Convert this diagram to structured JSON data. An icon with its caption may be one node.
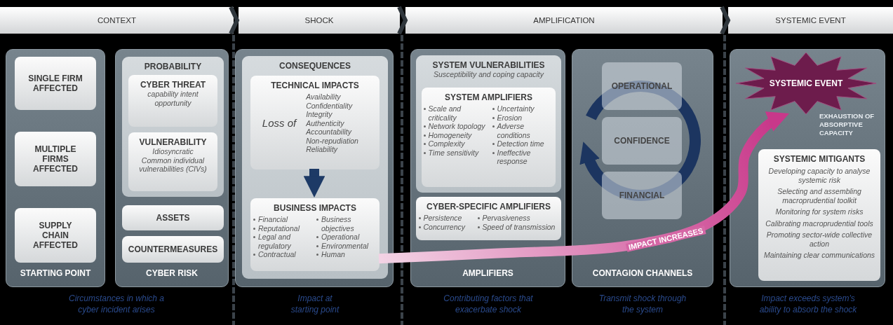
{
  "diagram": {
    "nodes": [
      {
        "text": [
          "CONTEXT"
        ]
      },
      {
        "text": [
          "SHOCK"
        ]
      },
      {
        "text": [
          "AMPLIFICATION"
        ]
      },
      {
        "text": [
          "SYSTEMIC EVENT"
        ]
      },
      {
        "text": [
          "STARTING POINT"
        ]
      },
      {
        "text": [
          "SINGLE FIRM AFFECTED"
        ],
        "in": 4
      },
      {
        "text": [
          "MULTIPLE FIRMS AFFECTED"
        ],
        "in": 4
      },
      {
        "text": [
          "SUPPLY CHAIN AFFECTED"
        ],
        "in": 4
      },
      {
        "text": [
          "CYBER RISK"
        ]
      },
      {
        "text": [
          "PROBABILITY"
        ],
        "in": 8
      },
      {
        "text": [
          "CYBER THREAT",
          "capability intent opportunity"
        ],
        "in": 9
      },
      {
        "text": [
          "VULNERABILITY",
          "Idiosyncratic",
          "Common individual vulnerabilities (CIVs)"
        ],
        "in": 9
      },
      {
        "text": [
          "ASSETS"
        ],
        "in": 8
      },
      {
        "text": [
          "COUNTERMEASURES"
        ],
        "in": 8
      },
      {
        "text": [],
        "shape": "box"
      },
      {
        "text": [
          "CONSEQUENCES"
        ],
        "in": 14
      },
      {
        "text": [
          "TECHNICAL IMPACTS",
          "Loss of",
          "Availability Confidentiality Integrity Authenticity Accountability Non-repudiation Reliability"
        ],
        "in": 15
      },
      {
        "text": [
          "BUSINESS IMPACTS",
          "Financial",
          "Reputational",
          "Legal and regulatory",
          "Contractual",
          "Business objectives",
          "Operational",
          "Environmental",
          "Human"
        ],
        "in": 15
      },
      {
        "text": [
          "AMPLIFIERS"
        ]
      },
      {
        "text": [
          "SYSTEM VULNERABILITIES",
          "Susceptibility and coping capacity"
        ],
        "in": 18
      },
      {
        "text": [
          "SYSTEM AMPLIFIERS",
          "Scale and criticality",
          "Network topology",
          "Homogeneity",
          "Complexity",
          "Time sensitivity",
          "Uncertainty",
          "Erosion",
          "Adverse conditions",
          "Detection time",
          "Ineffective response"
        ],
        "in": 19
      },
      {
        "text": [
          "CYBER-SPECIFIC AMPLIFIERS",
          "Persistence",
          "Concurrency",
          "Pervasiveness",
          "Speed of transmission"
        ],
        "in": 18
      },
      {
        "text": [
          "CONTAGION CHANNELS"
        ]
      },
      {
        "text": [
          "OPERATIONAL"
        ],
        "in": 22
      },
      {
        "text": [
          "CONFIDENCE"
        ],
        "in": 22
      },
      {
        "text": [
          "FINANCIAL"
        ],
        "in": 22
      },
      {
        "text": [],
        "shape": "box"
      },
      {
        "text": [
          "SYSTEMIC EVENT"
        ],
        "in": 26
      },
      {
        "text": [
          "SYSTEMIC MITIGANTS",
          "Developing capacity to analyse systemic risk",
          "Selecting and assembling macroprudential toolkit",
          "Monitoring for system risks",
          "Calibrating macroprudential tools",
          "Promoting sector-wide collective action",
          "Maintaining clear communications"
        ],
        "in": 26
      }
    ],
    "edges": [
      {
        "from": 16,
        "to": 17,
        "arrow": "to",
        "style": "thick",
        "color": "#1d3a66"
      },
      {
        "from": 17,
        "to": 27,
        "arrow": "to",
        "style": "thick",
        "color": "#c8388a",
        "label": "IMPACT INCREASES"
      }
    ],
    "labels": [
      "EXHAUSTION OF ABSORPTIVE CAPACITY",
      "Circumstances in which a cyber incident arises",
      "Impact at starting point",
      "Contributing factors that exacerbate shock",
      "Transmit shock through the system",
      "Impact exceeds system's ability to absorb the shock"
    ]
  }
}
